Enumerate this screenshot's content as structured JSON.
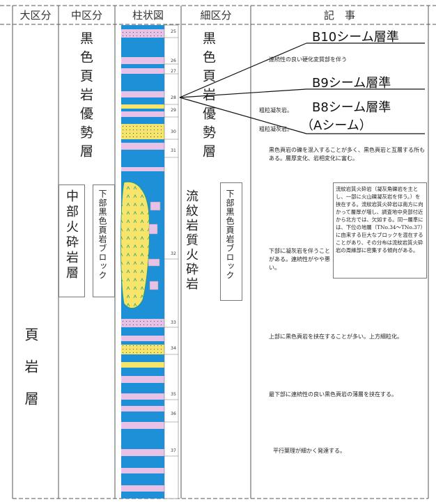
{
  "headers": {
    "major": "大区分",
    "middle": "中区分",
    "column": "柱状図",
    "detail": "細区分",
    "notes": "記　事"
  },
  "major_unit": "頁岩層",
  "middle_units": {
    "upper": "黒色頁岩優勢層",
    "middle": "中部火砕岩層",
    "middle_sub": "下部黒色頁岩ブロック"
  },
  "detail_units": {
    "upper": "黒色頁岩優勢層",
    "middle": "流紋岩質火砕岩",
    "middle_sub": "下部黒色頁岩ブロック"
  },
  "sample_numbers": [
    "25",
    "26",
    "27",
    "28",
    "29",
    "30",
    "31",
    "32",
    "33",
    "34",
    "35",
    "36",
    "37"
  ],
  "callouts": {
    "b10": "B10シーム層準",
    "b9": "B9シーム層準",
    "b8": "B8シーム層準",
    "a_seam": "（Aシーム）"
  },
  "notes": {
    "n1": "連続性の良い硬化変質部を伴う",
    "n2": "粗粒凝灰岩。",
    "n3": "粗粒凝灰岩。",
    "n4": "黒色頁岩の礫を混入することが多く、黒色頁岩と互層する所もある。層厚変化、岩相変化に富む。",
    "n5": "流紋岩質火砕岩（凝灰角礫岩を主とし、一部に火山礫凝灰岩を伴う。）を挟在する。流紋岩質火砕岩は南方に向かって層厚が増し、調査地中央部付近から北方では、欠如する。同一層準には、下位の地層（TNo.34〜TNo.37）に由来する巨大なブロックを混在することがあり、その分布は流紋岩質火砕岩の周縁部に密集する傾向がある。",
    "n6": "下部に凝灰岩を伴うことがある。連続性がやや悪い。",
    "n7": "上部に黒色頁岩を挟在することが多い。上方細粒化。",
    "n8": "最下部に連続性の良い黒色頁岩の薄層を挟在する。",
    "n9": "平行葉理が細かく発達する。"
  },
  "colors": {
    "blue": "#1e90d8",
    "pink": "#e8c2e6",
    "yellow": "#f6e56a",
    "green": "#2a9a6a",
    "line": "#555555"
  }
}
